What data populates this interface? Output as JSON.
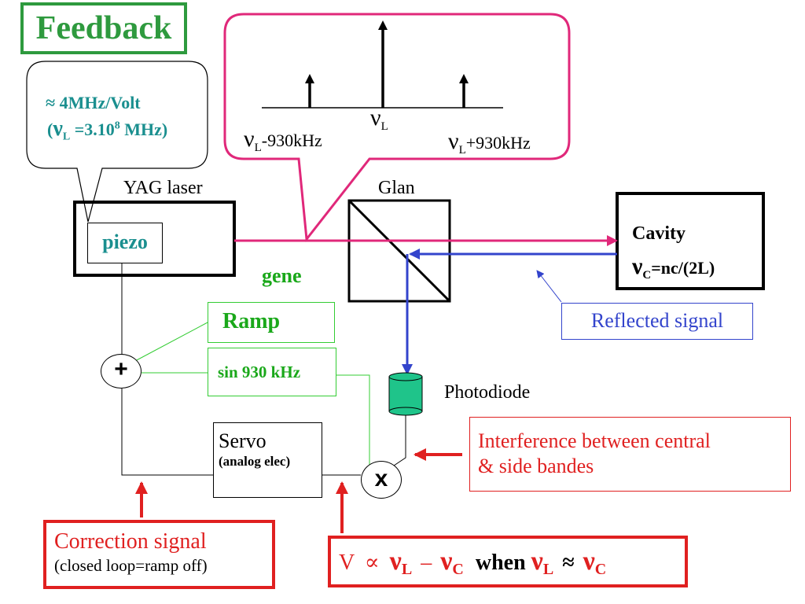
{
  "title": "Feedback",
  "callout": {
    "line1": "≈ 4MHz/Volt",
    "line2_open": "(",
    "line2_nu": "ν",
    "line2_sub": "L",
    "line2_mid": " =3.10",
    "line2_sup": "8",
    "line2_end": " MHz)"
  },
  "spectrum": {
    "center_nu": "ν",
    "center_sub": "L",
    "left_nu": "ν",
    "left_sub": "L",
    "left_offset": "-930kHz",
    "right_nu": "ν",
    "right_sub": "L",
    "right_offset": "+930kHz"
  },
  "yag_label": "YAG laser",
  "piezo_label": "piezo",
  "glan_label": "Glan",
  "cavity": {
    "title": "Cavity",
    "formula_nu": "ν",
    "formula_sub": "C",
    "formula_rest": "=nc/(2L)"
  },
  "gene_label": "gene",
  "ramp_label": "Ramp",
  "sin_label": "sin 930 kHz",
  "plus_symbol": "+",
  "mult_symbol": "x",
  "photodiode_label": "Photodiode",
  "reflected_label": "Reflected signal",
  "servo": {
    "title": "Servo",
    "subtitle": "(analog elec)"
  },
  "interference": {
    "line1": "Interference between central",
    "line2": "& side bandes"
  },
  "correction": {
    "title": "Correction signal",
    "subtitle": "(closed loop=ramp off)"
  },
  "vrelation": {
    "v": "V",
    "prop": "∝",
    "nu1": "ν",
    "sub1": "L",
    "minus": "–",
    "nu2": "ν",
    "sub2": "C",
    "when": "when",
    "nu3": "ν",
    "sub3": "L",
    "approx": "≈",
    "nu4": "ν",
    "sub4": "C"
  },
  "colors": {
    "green": "#2e9a3e",
    "teal": "#1a8f8f",
    "magenta": "#e0287a",
    "red": "#e02020",
    "blue": "#3344cc",
    "photodiode": "#1fc48a"
  }
}
